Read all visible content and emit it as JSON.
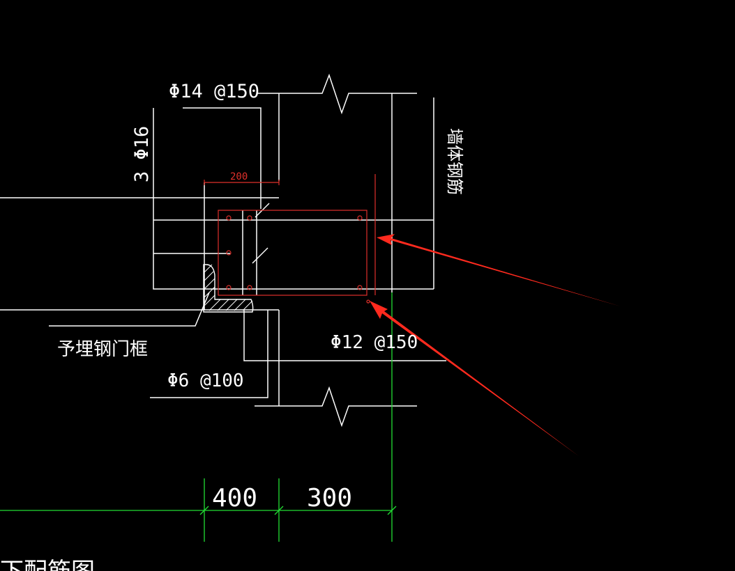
{
  "labels": {
    "top_rebar": "Φ14 @150",
    "side_rebar": "3 Φ16",
    "wall_rebar": "墙体钢筋",
    "dim_200": "200",
    "embedded_frame": "予埋钢门框",
    "stirrup_12": "Φ12 @150",
    "stirrup_6": "Φ6 @100",
    "dim_400": "400",
    "dim_300": "300",
    "bottom_caption": "下配筋图"
  },
  "colors": {
    "background": "#000000",
    "line": "#ffffff",
    "rebar_section": "#e0302b",
    "dimension": "#22dd33",
    "arrow": "#ff2a1e"
  }
}
